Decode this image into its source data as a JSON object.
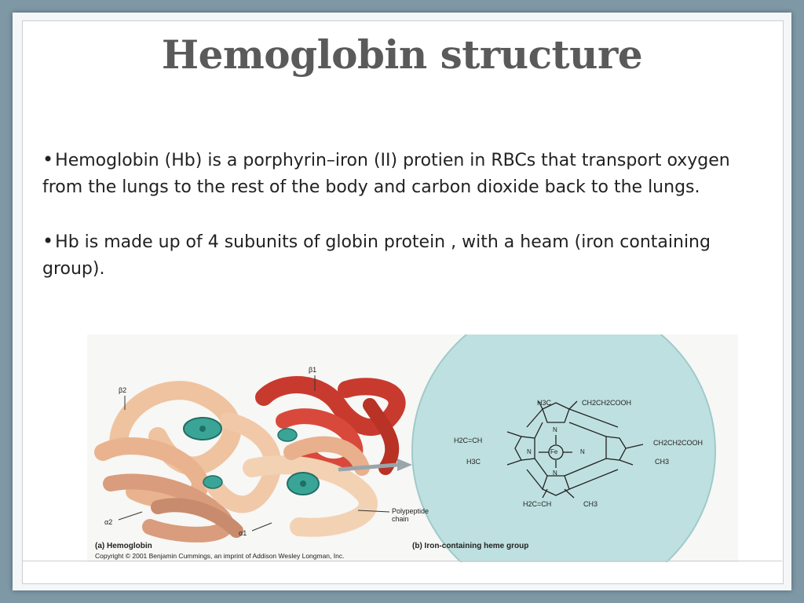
{
  "slide": {
    "title": "Hemoglobin   structure",
    "bullets": [
      "Hemoglobin (Hb) is a porphyrin–iron (II) protien in RBCs that transport oxygen from the lungs to the rest of the body and carbon dioxide back to the lungs.",
      "Hb is made up of 4 subunits of globin protein , with a heam (iron containing group)."
    ]
  },
  "figure": {
    "labels": {
      "beta1": "β1",
      "beta2": "β2",
      "alpha1": "α1",
      "alpha2": "α2",
      "polypeptide": "Polypeptide chain"
    },
    "caption_a": "(a) Hemoglobin",
    "caption_b": "(b) Iron-containing heme group",
    "copyright": "Copyright © 2001 Benjamin Cummings, an imprint of Addison Wesley Longman, Inc.",
    "heme": {
      "top_left": "H3C",
      "top_right": "CH2CH2COOH",
      "left_upper": "H2C=CH",
      "left_lower": "H3C",
      "right_upper": "CH2CH2COOH",
      "right_lower": "CH3",
      "bottom_left": "H2C=CH",
      "bottom_right": "CH3",
      "center": "Fe",
      "n_top": "N",
      "n_left": "N",
      "n_right": "N",
      "n_bottom": "N"
    }
  },
  "colors": {
    "background": "#7e98a6",
    "title": "#5a5a5a",
    "heme_circle": "#bfe0e0",
    "alpha_chain": "#e9b38f",
    "beta_chain": "#d9493b"
  }
}
